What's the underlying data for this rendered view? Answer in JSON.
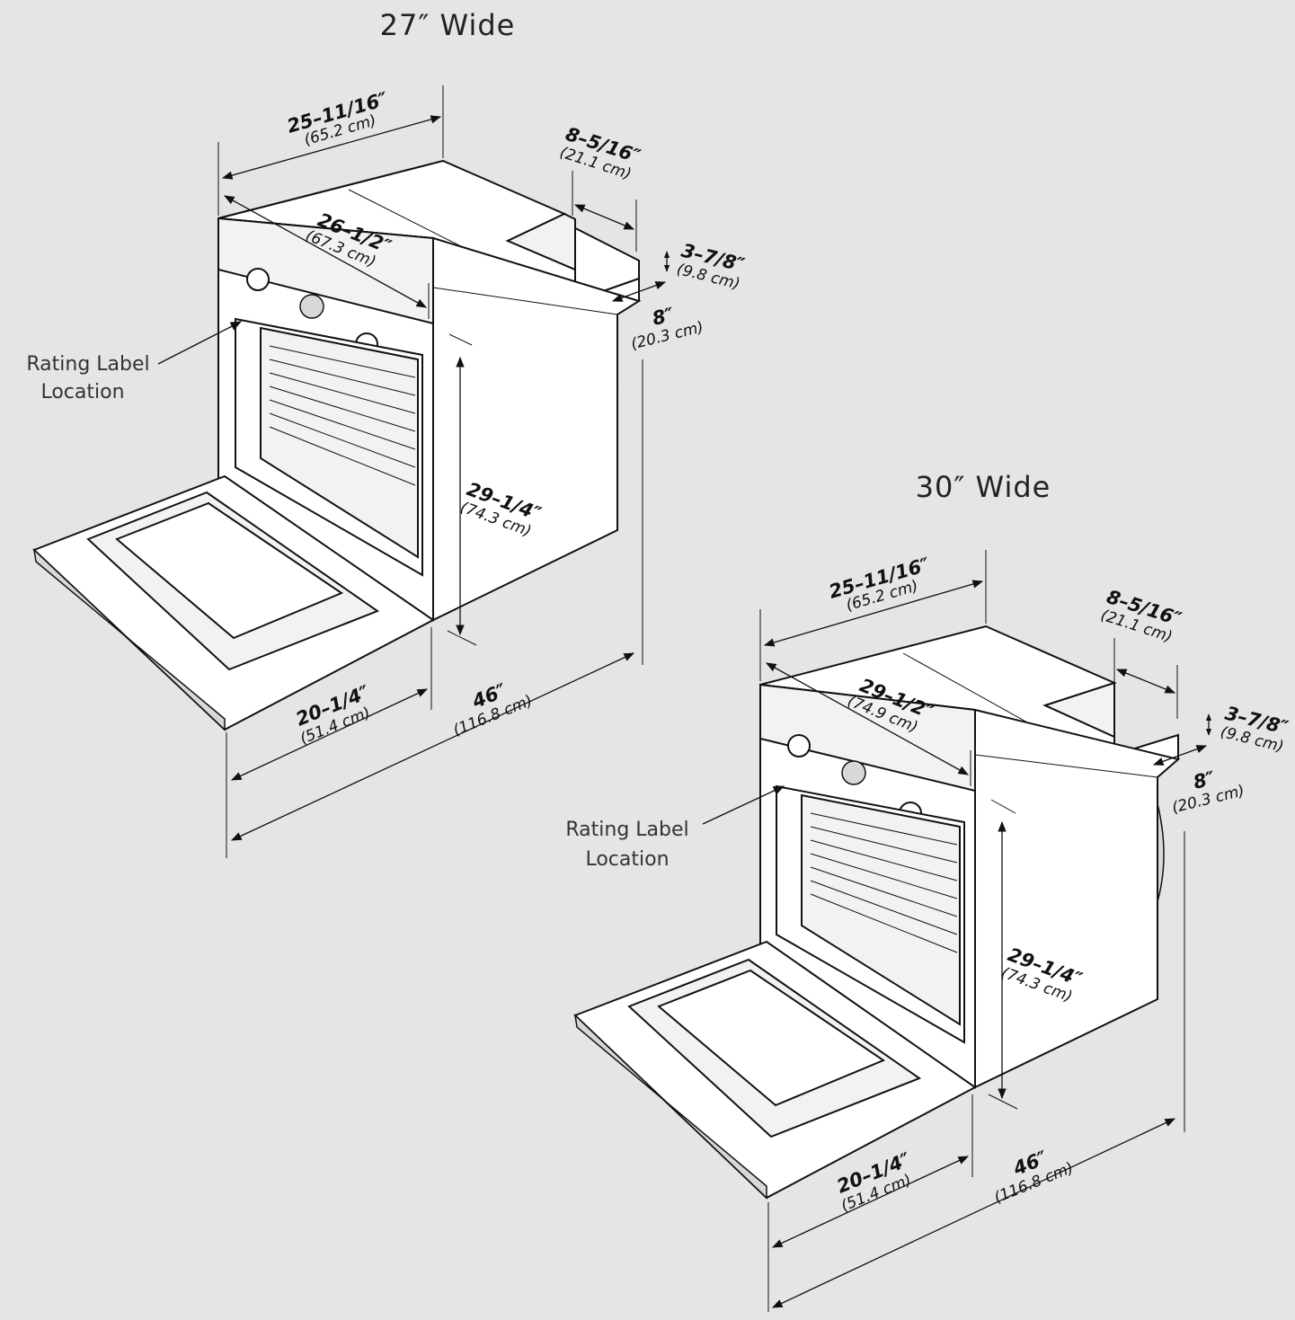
{
  "oven27": {
    "title": "27″ Wide",
    "depth_total": {
      "main": "25–11/16″",
      "sub": "(65.2 cm)"
    },
    "front_width": {
      "main": "26–1/2″",
      "sub": "(67.3 cm)"
    },
    "rear_box_width": {
      "main": "8–5/16″",
      "sub": "(21.1 cm)"
    },
    "rear_box_height": {
      "main": "3–7/8″",
      "sub": "(9.8 cm)"
    },
    "rear_box_depth": {
      "main": "8″",
      "sub": "(20.3 cm)"
    },
    "height": {
      "main": "29–1/4″",
      "sub": "(74.3 cm)"
    },
    "door_depth": {
      "main": "20–1/4″",
      "sub": "(51.4 cm)"
    },
    "overall_depth": {
      "main": "46″",
      "sub": "(116.8 cm)"
    },
    "rating_label": [
      "Rating Label",
      "Location"
    ]
  },
  "oven30": {
    "title": "30″ Wide",
    "depth_total": {
      "main": "25–11/16″",
      "sub": "(65.2 cm)"
    },
    "front_width": {
      "main": "29–1/2″",
      "sub": "(74.9 cm)"
    },
    "rear_box_width": {
      "main": "8–5/16″",
      "sub": "(21.1 cm)"
    },
    "rear_box_height": {
      "main": "3–7/8″",
      "sub": "(9.8 cm)"
    },
    "rear_box_depth": {
      "main": "8″",
      "sub": "(20.3 cm)"
    },
    "height": {
      "main": "29–1/4″",
      "sub": "(74.3 cm)"
    },
    "door_depth": {
      "main": "20–1/4″",
      "sub": "(51.4 cm)"
    },
    "overall_depth": {
      "main": "46″",
      "sub": "(116.8 cm)"
    },
    "rating_label": [
      "Rating Label",
      "Location"
    ]
  },
  "colors": {
    "background": "#e5e5e5",
    "line": "#111111",
    "panel": "#ffffff"
  }
}
